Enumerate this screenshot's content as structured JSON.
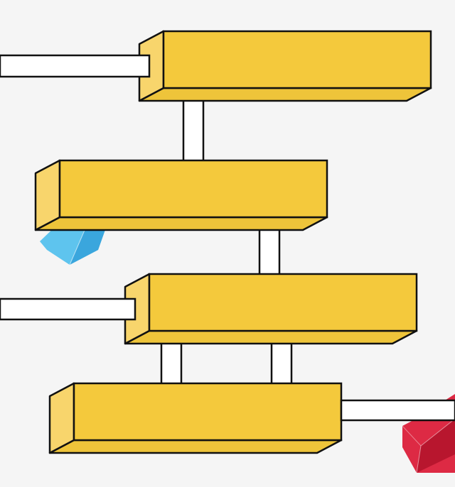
{
  "colors": {
    "background": "#f5f5f5",
    "block_front": "#f4c93c",
    "block_side": "#f8d56c",
    "block_bottom": "#eec43a",
    "outline": "#111111",
    "connector": "#ffffff",
    "gem_blue": "#5ec4ee",
    "gem_blue_dark": "#3aa6dd",
    "gem_red": "#dd2a44",
    "gem_red_dark": "#b8162e"
  },
  "diagram": {
    "blocks": [
      "block-1",
      "block-2",
      "block-3",
      "block-4"
    ],
    "connectors": [
      "input-pipe-1",
      "link-1-2",
      "link-2-3",
      "input-pipe-3",
      "link-3-4-left",
      "link-3-4-right",
      "output-pipe-4"
    ],
    "decorations": [
      "blue-gem-icon",
      "red-gem-icon"
    ]
  }
}
